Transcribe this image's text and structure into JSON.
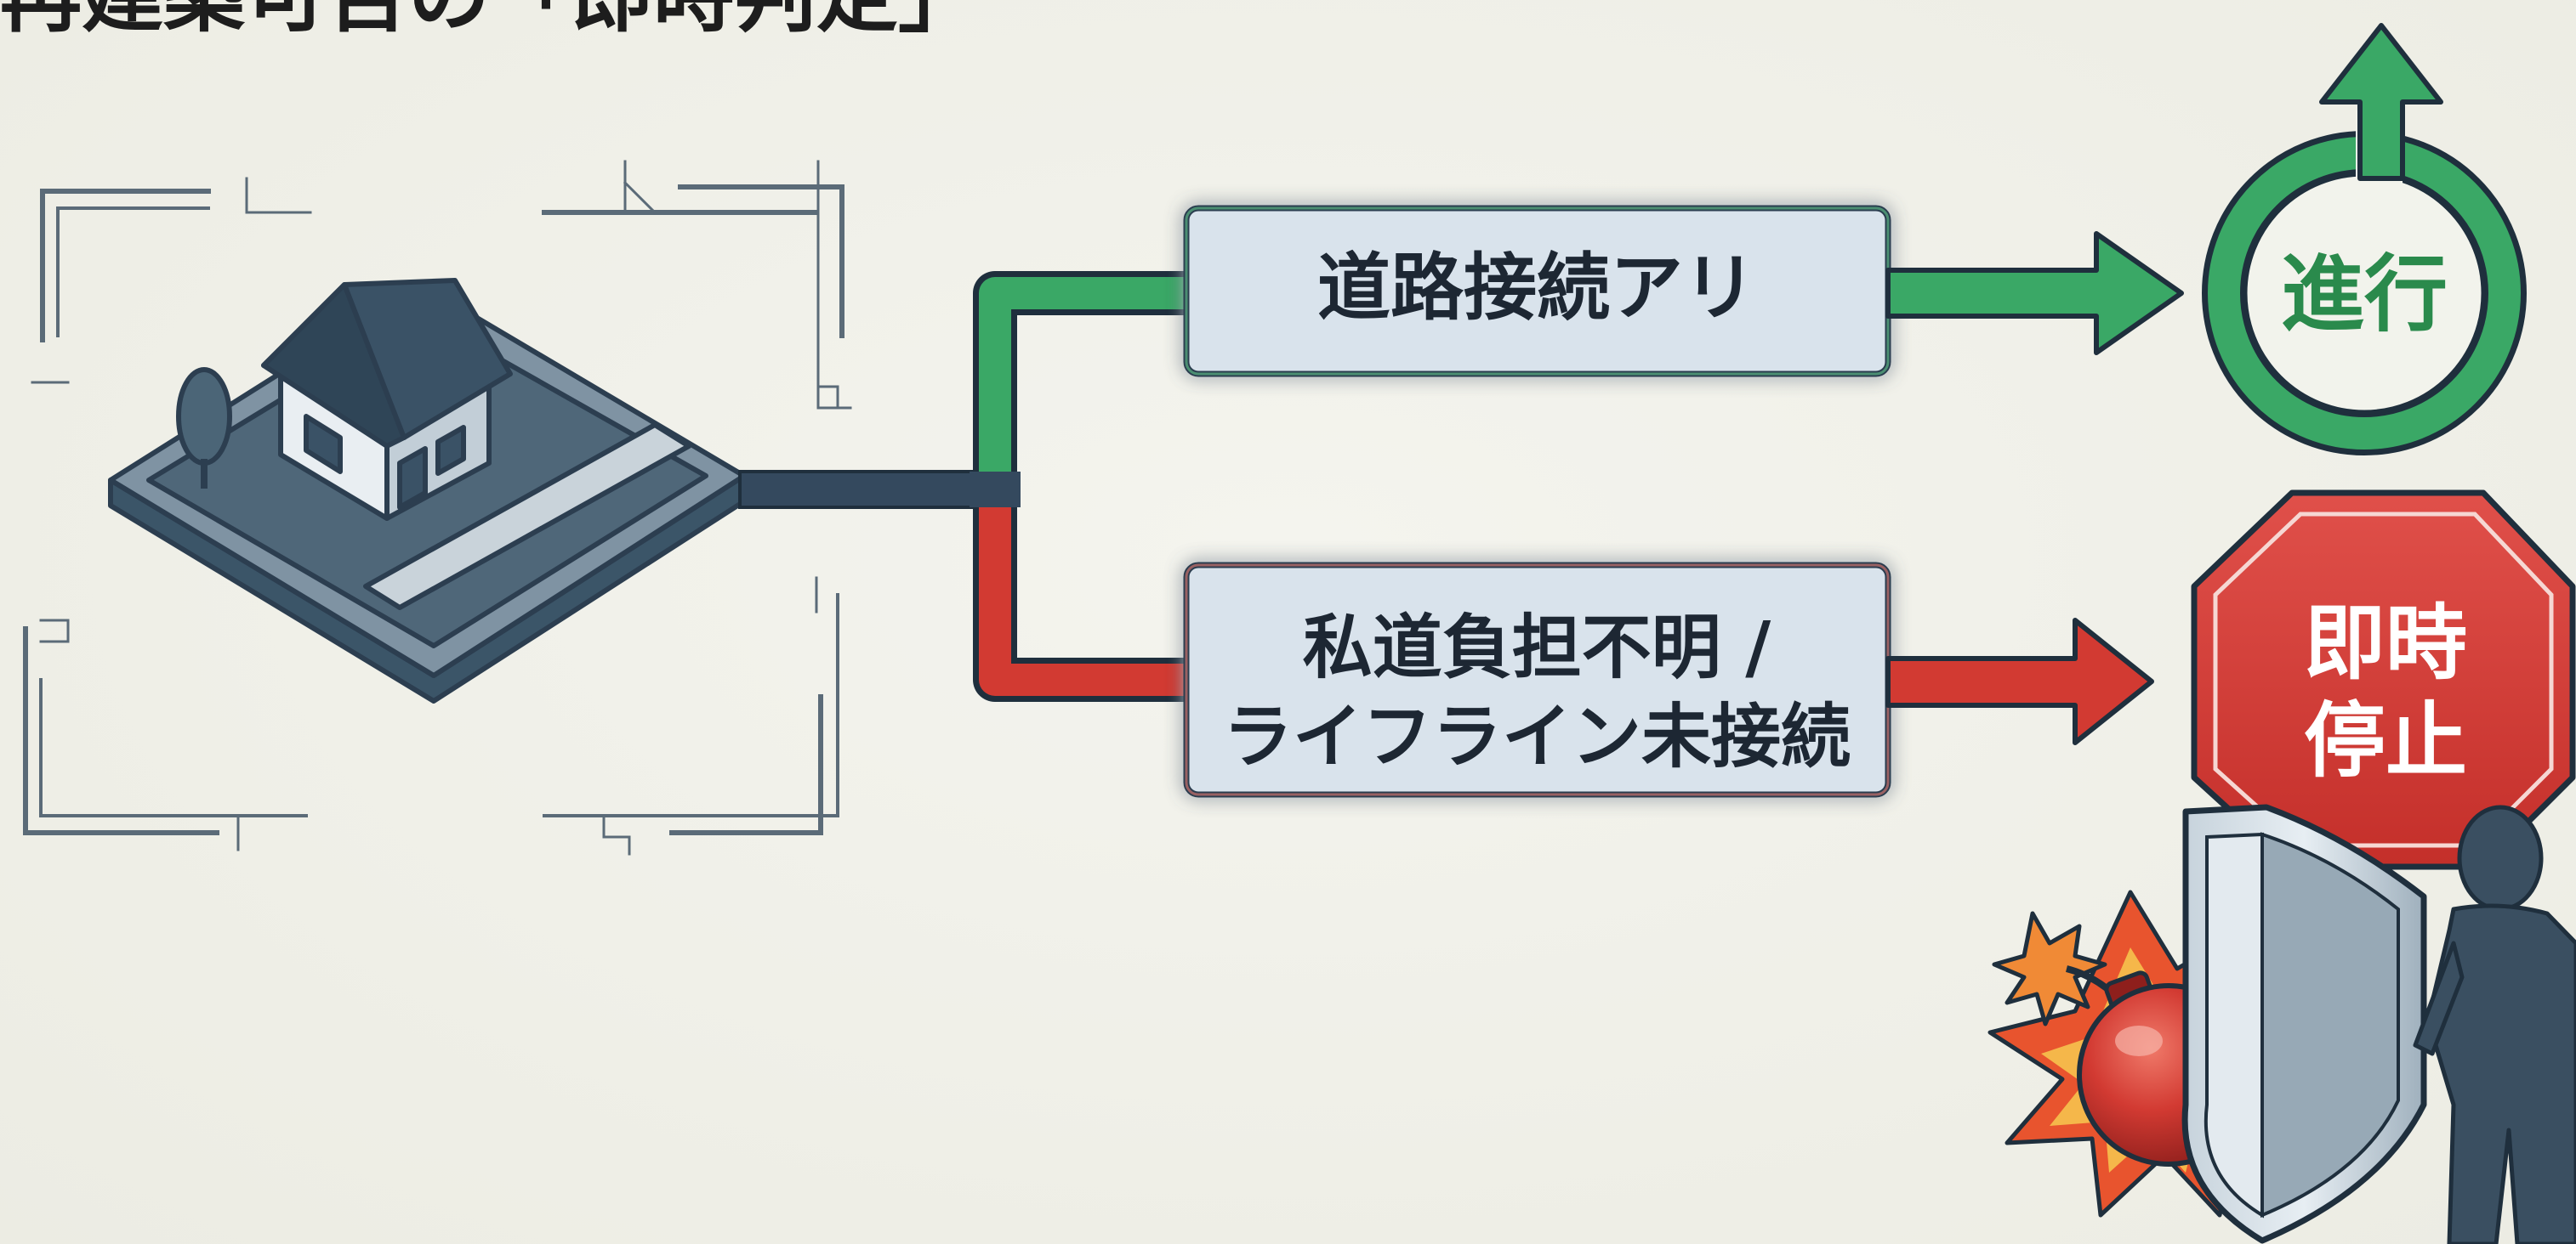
{
  "title": "再建築可否の「即時判定」",
  "branches": {
    "success": {
      "condition": "道路接続アリ",
      "result": "進行",
      "color": "#2e9b57"
    },
    "failure": {
      "condition_line1": "私道負担不明 /",
      "condition_line2": "ライフライン未接続",
      "result_line1": "即時",
      "result_line2": "停止",
      "color": "#d23a32"
    }
  },
  "icons": {
    "house": "isometric-house-icon",
    "proceed": "circular-arrow-icon",
    "stop": "stop-sign-icon",
    "bomb": "bomb-icon",
    "shield": "shield-icon",
    "person": "person-silhouette-icon"
  },
  "colors": {
    "background": "#efefe7",
    "navy": "#2c3e50",
    "box_fill": "#dde6ee",
    "success": "#2e9b57",
    "failure": "#d23a32"
  }
}
